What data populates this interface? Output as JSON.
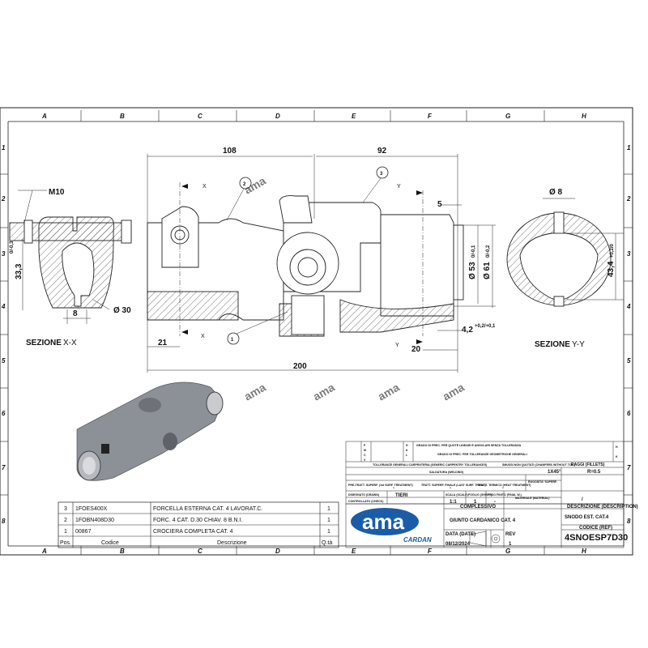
{
  "frame": {
    "columns": [
      "A",
      "B",
      "C",
      "D",
      "E",
      "F",
      "G",
      "H"
    ],
    "rows": [
      "1",
      "2",
      "3",
      "4",
      "5",
      "6",
      "7",
      "8"
    ]
  },
  "drawing": {
    "dims": {
      "d108": "108",
      "d92": "92",
      "d200": "200",
      "d21": "21",
      "d20": "20",
      "d5": "5",
      "d8": "8",
      "m10": "M10",
      "d33": "33,3",
      "d33tol": "0/-0,3",
      "dia30": "Ø 30",
      "dia53": "Ø 53",
      "dia53tol": "0/-0,1",
      "dia61": "Ø 61",
      "dia61tol": "0/-0,2",
      "d42": "4,2",
      "d42tol": "+0,2/+0,1",
      "dia8": "Ø 8",
      "d434": "43,4",
      "d434tol": "+0,2/0"
    },
    "section_marks": {
      "x": "X",
      "y": "Y"
    },
    "balloons": [
      "1",
      "2",
      "3"
    ],
    "section_xx": {
      "title": "SEZIONE",
      "id": "X-X"
    },
    "section_yy": {
      "title": "SEZIONE",
      "id": "Y-Y"
    },
    "watermark": "ama"
  },
  "parts_list": {
    "headers": [
      "Pos.",
      "Codice",
      "Descrizione",
      "Q.tà"
    ],
    "rows": [
      {
        "pos": "3",
        "code": "1FOES400X",
        "desc": "FORCELLA ESTERNA CAT. 4 LAVORAT.C.",
        "qty": "1"
      },
      {
        "pos": "2",
        "code": "1FOBN408D30",
        "desc": "FORC. 4 CAT. D.30 CHIAV. 8 B.N.I.",
        "qty": "1"
      },
      {
        "pos": "1",
        "code": "00867",
        "desc": "CROCIERA COMPLETA CAT. 4",
        "qty": "1"
      }
    ]
  },
  "title_block": {
    "tol_grades": [
      "F",
      "M",
      "C",
      "V"
    ],
    "tol_fine": "H",
    "tol_k": "K",
    "tol_l": "L",
    "notes_h": "GRADO DI PREC. PER QUOTE LINEARI E ANGOLARI SENZA TOLLERANZA",
    "notes_k": "GRADO DI PREC. PER TOLLERANZE GEOMETRICHE GENERALI",
    "general_tol": "TOLLERANZE GENERALI CARPENTERIA (GENERIC CARPENTRY TOLLERANCES)",
    "chamfers": "SMUSSI NON QUOTATI (CHAMFERS WITHOUT TOL.)",
    "fillets": "RAGGI (FILLETS)",
    "saldatura": "SALDATURA (WELDING)",
    "chamfer_val": "1X45°",
    "fillet_val": "R=0.5",
    "pre_tratt": "PRE-TRATT. SUPERF. (1st SURF. TREATMENT)",
    "tratt_finale": "TRATT. SUPERF. FINALE (LAST SURF. TREAT.)",
    "tratt_termico": "TRATT. TERMICO (HEAT TREATMENT)",
    "rugosita": "RUGOSITA' SUPERF.",
    "dash": "-",
    "disegnato_label": "DISEGNATO (DRAWN)",
    "disegnato": "TIERI",
    "controllato_label": "CONTROLLATO (CHECK)",
    "scala_label": "SCALA (SCALE)",
    "scala": "1:1",
    "foglio_label": "FOGLIO (SHEET)",
    "foglio": "1",
    "peso_label": "PESO FINITO (FINAL W.)",
    "materiale_label": "MATERIALE (MATERIAL)",
    "materiale": "/",
    "complessivo_label": "COMPLESSIVO",
    "complessivo": "GIUNTO CARDANICO CAT. 4",
    "descrizione_label": "DESCRIZIONE (DESCRIPTION)",
    "descrizione": "SNODO EST. CAT.4",
    "codice_label": "CODICE (REF)",
    "codice": "4SNOESP7D30",
    "date_label": "DATA (DATE)",
    "date": "08/12/2024",
    "rev_label": "REV",
    "rev": "1",
    "logo_main": "ama",
    "logo_sub": "CARDAN"
  }
}
